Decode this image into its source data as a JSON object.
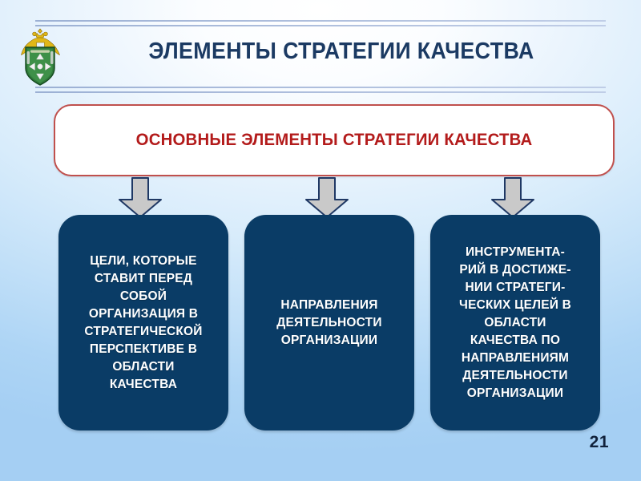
{
  "slide": {
    "title": "ЭЛЕМЕНТЫ СТРАТЕГИИ КАЧЕСТВА",
    "page_number": "21",
    "emblem_name": "customs-service-emblem",
    "colors": {
      "title_navy": "#1b3a63",
      "callout_red": "#b31b1b",
      "callout_border": "#c0504d",
      "box_navy": "#0a3c66",
      "arrow_fill": "#c9c9c9",
      "arrow_stroke": "#1f3864",
      "background_light": "#ffffff",
      "background_blue": "#a5cff3"
    }
  },
  "callout": {
    "text": "ОСНОВНЫЕ ЭЛЕМЕНТЫ СТРАТЕГИИ КАЧЕСТВА"
  },
  "arrows": [
    {
      "name": "arrow-down-1"
    },
    {
      "name": "arrow-down-2"
    },
    {
      "name": "arrow-down-3"
    }
  ],
  "elements": [
    {
      "id": "goals",
      "text": "ЦЕЛИ, КОТОРЫЕ\nСТАВИТ ПЕРЕД\nСОБОЙ\nОРГАНИЗАЦИЯ В\nСТРАТЕГИЧЕСКОЙ\nПЕРСПЕКТИВЕ В\nОБЛАСТИ\nКАЧЕСТВА"
    },
    {
      "id": "directions",
      "text": "НАПРАВЛЕНИЯ\nДЕЯТЕЛЬНОСТИ\nОРГАНИЗАЦИИ"
    },
    {
      "id": "tools",
      "text": "ИНСТРУМЕНТА-\nРИЙ В ДОСТИЖЕ-\nНИИ СТРАТЕГИ-\nЧЕСКИХ ЦЕЛЕЙ В\nОБЛАСТИ\nКАЧЕСТВА ПО\nНАПРАВЛЕНИЯМ\nДЕЯТЕЛЬНОСТИ\nОРГАНИЗАЦИИ"
    }
  ]
}
